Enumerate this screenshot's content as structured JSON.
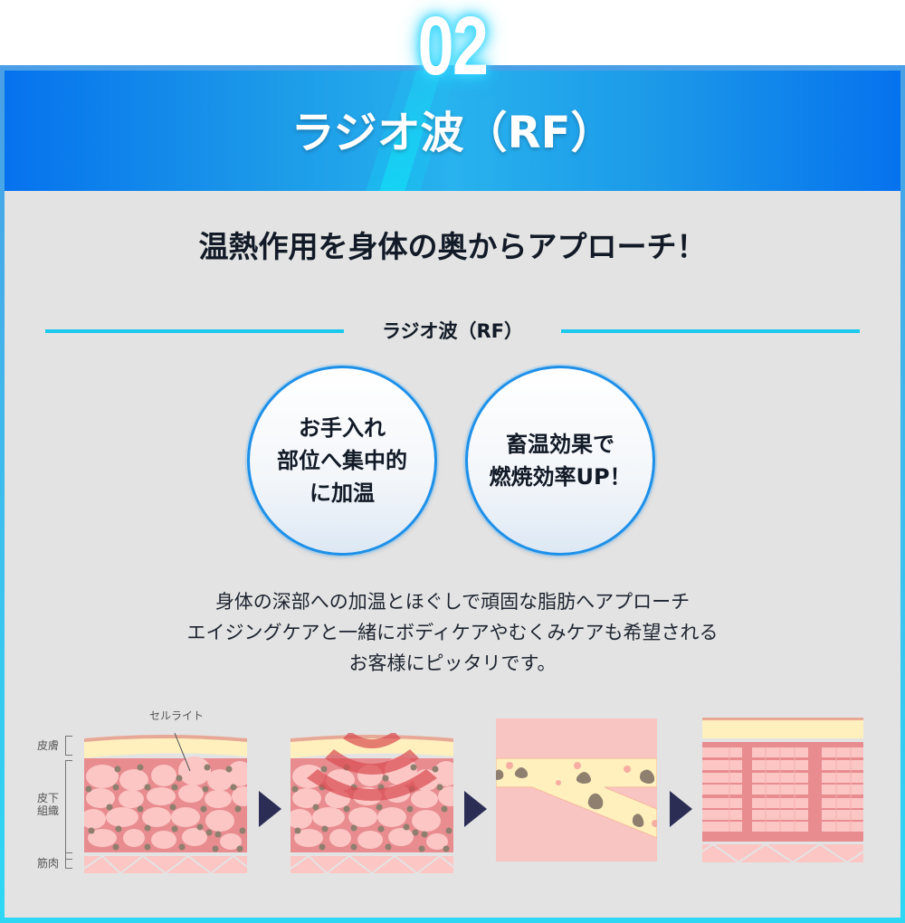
{
  "header": {
    "number": "02",
    "title": "ラジオ波（RF）"
  },
  "headline": "温熱作用を身体の奥からアプローチ！",
  "subheading": "ラジオ波（RF）",
  "circles": [
    {
      "lines": [
        "お手入れ",
        "部位へ集中的",
        "に加温"
      ]
    },
    {
      "lines": [
        "畜温効果で",
        "燃焼効率UP！"
      ]
    }
  ],
  "description": [
    "身体の深部への加温とほぐしで頑固な脂肪へアプローチ",
    "エイジングケアと一緒にボディケアやむくみケアも希望される",
    "お客様にピッタリです。"
  ],
  "diagram": {
    "callout": "セルライト",
    "layer_labels": {
      "skin": "皮膚",
      "subcutaneous_line1": "皮下",
      "subcutaneous_line2": "組織",
      "muscle": "筋肉"
    },
    "steps": [
      {
        "name": "cellulite-tissue"
      },
      {
        "name": "rf-heating"
      },
      {
        "name": "fat-breakdown"
      },
      {
        "name": "smoothed-tissue"
      }
    ]
  },
  "colors": {
    "header_blue": "#0672ee",
    "accent_cyan": "#1cc8ee",
    "circle_border": "#1e90e8",
    "background": "#e3e3e3",
    "arrow": "#2b2d55",
    "tissue_pink": "#e88c90",
    "fat_cell": "#fbc6c4",
    "skin_yellow": "#fff0bd",
    "cellulite": "#8e7f6f"
  }
}
